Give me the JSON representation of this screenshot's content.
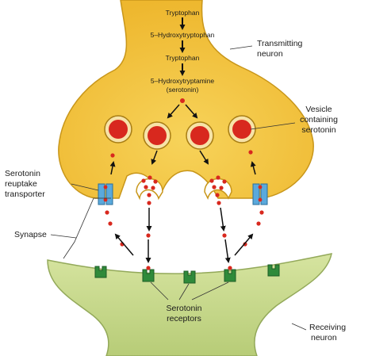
{
  "pathway": {
    "step1": "Tryptophan",
    "step2": "5–Hydroxytryptophan",
    "step3": "Tryptophan",
    "step4_line1": "5–Hydroxytryptamine",
    "step4_line2": "(serotonin)"
  },
  "labels": {
    "transmitting_line1": "Transmitting",
    "transmitting_line2": "neuron",
    "vesicle_line1": "Vesicle",
    "vesicle_line2": "containing",
    "vesicle_line3": "serotonin",
    "reuptake_line1": "Serotonin",
    "reuptake_line2": "reuptake",
    "reuptake_line3": "transporter",
    "synapse": "Synapse",
    "receptors_line1": "Serotonin",
    "receptors_line2": "receptors",
    "receiving_line1": "Receiving",
    "receiving_line2": "neuron"
  },
  "colors": {
    "transmitting_fill": "#f2c23a",
    "transmitting_edge": "#c8961a",
    "receiving_fill": "#c7d88c",
    "receiving_edge": "#93a95a",
    "serotonin_dot": "#d8281e",
    "receptor": "#2f8a3a",
    "transporter": "#5aa9dc"
  }
}
